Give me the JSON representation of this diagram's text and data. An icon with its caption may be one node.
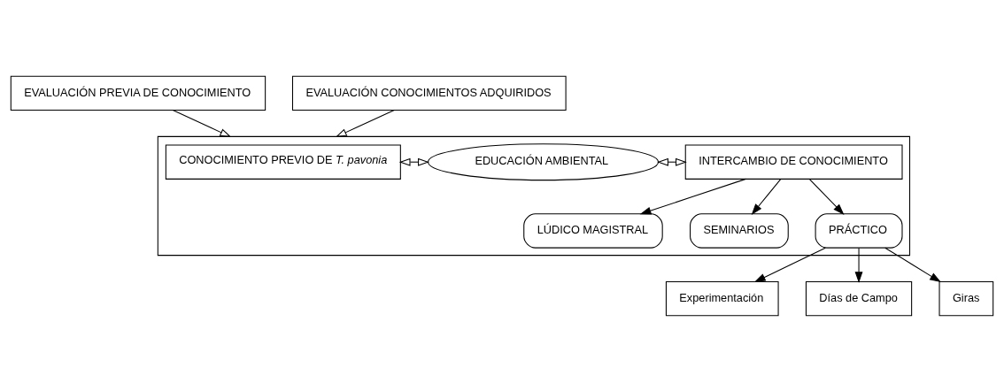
{
  "diagram": {
    "nodes": [
      {
        "text": [
          "EVALUACIÓN PREVIA DE CONOCIMIENTO"
        ]
      },
      {
        "text": [
          "EVALUACIÓN CONOCIMIENTOS ADQUIRIDOS"
        ]
      },
      {
        "text": [],
        "shape": "box"
      },
      {
        "text": [
          "CONOCIMIENTO PREVIO DE *T. pavonia*"
        ],
        "in": 2
      },
      {
        "text": [
          "EDUCACIÓN AMBIENTAL"
        ],
        "in": 2
      },
      {
        "text": [
          "INTERCAMBIO DE CONOCIMIENTO"
        ],
        "in": 2
      },
      {
        "text": [
          "LÚDICO MAGISTRAL"
        ],
        "in": 2
      },
      {
        "text": [
          "SEMINARIOS"
        ],
        "in": 2
      },
      {
        "text": [
          "PRÁCTICO"
        ],
        "in": 2
      },
      {
        "text": [
          "Experimentación"
        ]
      },
      {
        "text": [
          "Días de Campo"
        ]
      },
      {
        "text": [
          "Giras"
        ]
      }
    ],
    "edges": [
      {
        "from": 0,
        "to": 2,
        "arrow": "to"
      },
      {
        "from": 1,
        "to": 2,
        "arrow": "to"
      },
      {
        "from": 3,
        "to": 4,
        "arrow": "both"
      },
      {
        "from": 4,
        "to": 5,
        "arrow": "both"
      },
      {
        "from": 5,
        "to": 6,
        "arrow": "to"
      },
      {
        "from": 5,
        "to": 7,
        "arrow": "to"
      },
      {
        "from": 5,
        "to": 8,
        "arrow": "to"
      },
      {
        "from": 8,
        "to": 9,
        "arrow": "to"
      },
      {
        "from": 8,
        "to": 10,
        "arrow": "to"
      },
      {
        "from": 8,
        "to": 11,
        "arrow": "to"
      }
    ]
  }
}
